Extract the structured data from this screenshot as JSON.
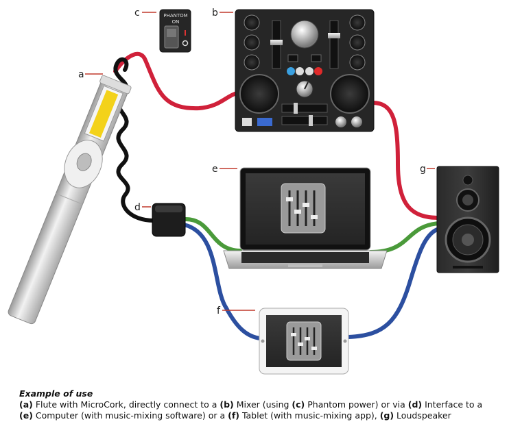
{
  "labels": {
    "a": "a",
    "b": "b",
    "c": "c",
    "d": "d",
    "e": "e",
    "f": "f",
    "g": "g"
  },
  "switch": {
    "line1": "PHANTOM",
    "line2": "ON"
  },
  "colors": {
    "red_cable": "#d0213a",
    "green_cable": "#4a9a3a",
    "blue_cable": "#2c4fa0",
    "black_cable": "#111111",
    "cork_yellow": "#f3d21a",
    "label_line": "#c0392b"
  },
  "caption": {
    "heading": "Example of use",
    "line1": [
      {
        "b": "(a)",
        "t": " Flute with MicroCork, directly connect to a "
      },
      {
        "b": "(b)",
        "t": " Mixer (using "
      },
      {
        "b": "(c)",
        "t": " Phantom power) or via "
      },
      {
        "b": "(d)",
        "t": " Interface to a"
      }
    ],
    "line2": [
      {
        "b": "(e)",
        "t": " Computer (with music-mixing software) or a "
      },
      {
        "b": "(f)",
        "t": " Tablet (with music-mixing app), "
      },
      {
        "b": "(g)",
        "t": " Loudspeaker"
      }
    ]
  }
}
